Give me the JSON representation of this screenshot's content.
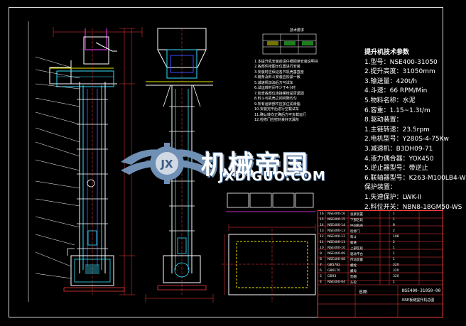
{
  "watermark": {
    "title": "机械帝国",
    "url": "JXDIGUO.COM"
  },
  "specs": {
    "heading": "提升机技术参数",
    "items": [
      "1.型号：NSE400-31050",
      "2.提升高度：31050mm",
      "3.输送量：420t/h",
      "4.斗速：66 RPM/Min",
      "5.物料名称：水泥",
      "6.容重：1.15~1.3t/m",
      "8.驱动装置：",
      "1.主链转速：23.5rpm",
      "2.电机型号：Y280S-4-75Kw",
      "3.减速机：B3DH09-71",
      "4.液力偶合器：YOX450",
      "5.逆止器型号：带逆止",
      "6.联轴器型号：K263-M100LB4-W",
      "保护装置：",
      "1.失速保护：LWK-II",
      "2.料位开关：NBN8-18GM50-WS"
    ]
  },
  "notes": {
    "heading": "技术要求",
    "lines": [
      "1.本提升机安装前请仔细阅读安装说明书",
      "2.各部件按图示位置进行安装",
      "3.安装时应保证各节机壳垂直度",
      "4.链条及料斗安装应松紧一致",
      "5.减速机加油后方可试车",
      "6.试运转时间不少于4小时",
      "7.检查各部位连接螺栓是否紧固",
      "8.料斗与机壳之间间隙均匀",
      "9.所有运转部件应加注润滑脂",
      "10.安装完毕后进行空载试车",
      "11.确认转向正确后方可负载运行",
      "12.检修门应密封良好无漏灰"
    ]
  },
  "title_block": {
    "drawing_name": "总图",
    "drawing_code": "NSE400-31050-00",
    "sub_title": "NSE板链提升机总图"
  },
  "parts_table": {
    "rows": [
      [
        "16",
        "NSE400-16",
        "张紧装置",
        "1"
      ],
      [
        "15",
        "NSE400-15",
        "下部区段",
        "1"
      ],
      [
        "14",
        "NSE400-14",
        "中间机壳",
        "8"
      ],
      [
        "13",
        "NSE400-13",
        "检修门",
        "2"
      ],
      [
        "12",
        "NSE400-12",
        "料斗",
        "108"
      ],
      [
        "11",
        "NSE400-11",
        "板链",
        "2"
      ],
      [
        "10",
        "NSE400-10",
        "上部区段",
        "1"
      ],
      [
        "9",
        "NSE400-09",
        "驱动平台",
        "1"
      ],
      [
        "8",
        "NSE400-08",
        "传动装置",
        "1"
      ],
      [
        "7",
        "GB5782",
        "螺栓",
        "320"
      ],
      [
        "6",
        "GB6170",
        "螺母",
        "320"
      ],
      [
        "5",
        "GB93",
        "垫圈",
        "320"
      ],
      [
        "4",
        "NSE400-04",
        "头轮",
        "1"
      ]
    ]
  },
  "colors": {
    "background": "#000000",
    "outline": "#ffffff",
    "structure_cyan": "#36e0ff",
    "structure_blue": "#3a4cff",
    "dim_red": "#ff3b3b",
    "accent_yellow": "#e8e800",
    "accent_magenta": "#ff40ff",
    "accent_green": "#38ff38",
    "watermark_blue": "#6f8fb4"
  }
}
